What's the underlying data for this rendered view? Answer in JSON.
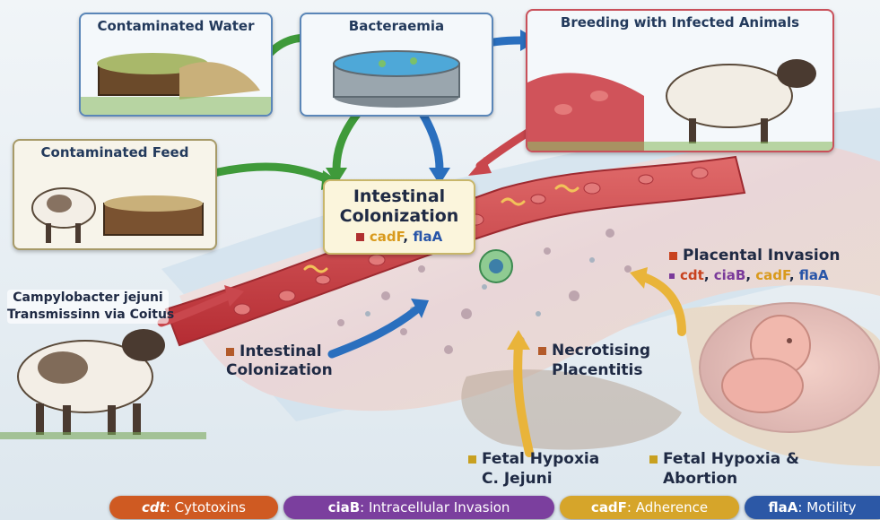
{
  "boxes": {
    "contaminated_water": "Contaminated Water",
    "bacteraemia": "Bacteraemia",
    "breeding": "Breeding with Infected Animals",
    "contaminated_feed": "Contaminated Feed"
  },
  "intestinal_box": {
    "line1": "Intestinal",
    "line2": "Colonization",
    "genes": [
      {
        "text": "cadF",
        "color": "#d99a1c"
      },
      {
        "sep": ", "
      },
      {
        "text": "flaA",
        "color": "#2855a8"
      }
    ]
  },
  "transmission": {
    "line1": "Campylobacter jejuni",
    "line2": "Transmissinn via Coitus"
  },
  "intestinal_colonization_lower": {
    "line1": "Intestinal",
    "line2": "Colonization"
  },
  "placental_invasion": {
    "title": "Placental Invasion",
    "genes": [
      {
        "text": "cdt",
        "color": "#c8421e"
      },
      {
        "text": "ciaB",
        "color": "#7a3a9a"
      },
      {
        "text": "cadF",
        "color": "#d99a1c"
      },
      {
        "text": "flaA",
        "color": "#2855a8"
      }
    ]
  },
  "necrotising": {
    "line1": "Necrotising",
    "line2": "Placentitis"
  },
  "fetal_hypoxia_1": {
    "line1": "Fetal Hypoxia",
    "line2": "C. Jejuni"
  },
  "fetal_hypoxia_2": {
    "line1": "Fetal Hypoxia &",
    "line2": "Abortion"
  },
  "legend": [
    {
      "key": "cdt",
      "desc": "Cytotoxins",
      "color": "#cf5a22"
    },
    {
      "key": "ciaB",
      "desc": "Intracellular Invasion",
      "color": "#7b3f9e"
    },
    {
      "key": "cadF",
      "desc": "Adherence",
      "color": "#d6a52a"
    },
    {
      "key": "flaA",
      "desc": "Motility",
      "color": "#2c58a6"
    }
  ],
  "colors": {
    "arrow_green": "#3f9a3a",
    "arrow_blue": "#2a6fbe",
    "arrow_red": "#c9474d",
    "arrow_yellow": "#e9b43a",
    "vessel_red": "#c9363d",
    "box_border": "#5a86b8"
  },
  "icons": [
    "sheep-illustration",
    "fetus-illustration",
    "water-trough-illustration",
    "feed-trough-illustration",
    "bacteria-illustration"
  ]
}
